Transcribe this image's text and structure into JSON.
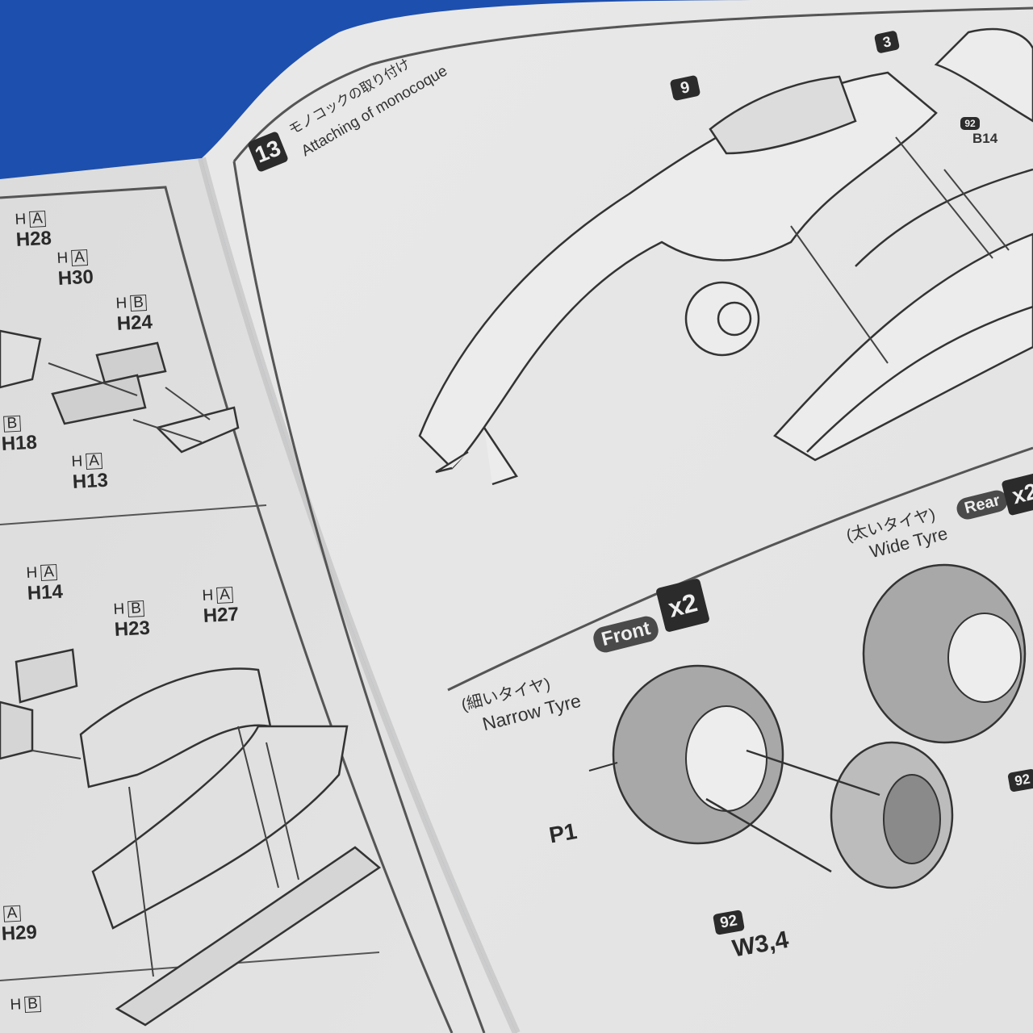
{
  "step": {
    "number": "13",
    "title_jp": "モノコックの取り付け",
    "title_en": "Attaching of monocoque"
  },
  "refs": {
    "step9": "9",
    "step3": "3",
    "b14_tag": "92",
    "b14": "B14"
  },
  "left_page": {
    "parts": [
      {
        "tag": "H",
        "box": "A",
        "name": "H28"
      },
      {
        "tag": "H",
        "box": "A",
        "name": "H30"
      },
      {
        "tag": "H",
        "box": "B",
        "name": "H24"
      },
      {
        "tag": "",
        "box": "B",
        "name": "H18"
      },
      {
        "tag": "H",
        "box": "A",
        "name": "H13"
      },
      {
        "tag": "H",
        "box": "A",
        "name": "H14"
      },
      {
        "tag": "H",
        "box": "B",
        "name": "H23"
      },
      {
        "tag": "H",
        "box": "A",
        "name": "H27"
      },
      {
        "tag": "",
        "box": "A",
        "name": "H29"
      },
      {
        "tag": "H",
        "box": "B",
        "name": ""
      }
    ]
  },
  "tyres": {
    "wide": {
      "jp": "(太いタイヤ)",
      "en": "Wide Tyre",
      "position": "Rear",
      "qty": "x2"
    },
    "narrow": {
      "jp": "(細いタイヤ)",
      "en": "Narrow Tyre",
      "position": "Front",
      "qty": "x2"
    },
    "p1": "P1",
    "wheel_tag": "92",
    "wheel": "W3,4",
    "edge_tag": "92"
  }
}
